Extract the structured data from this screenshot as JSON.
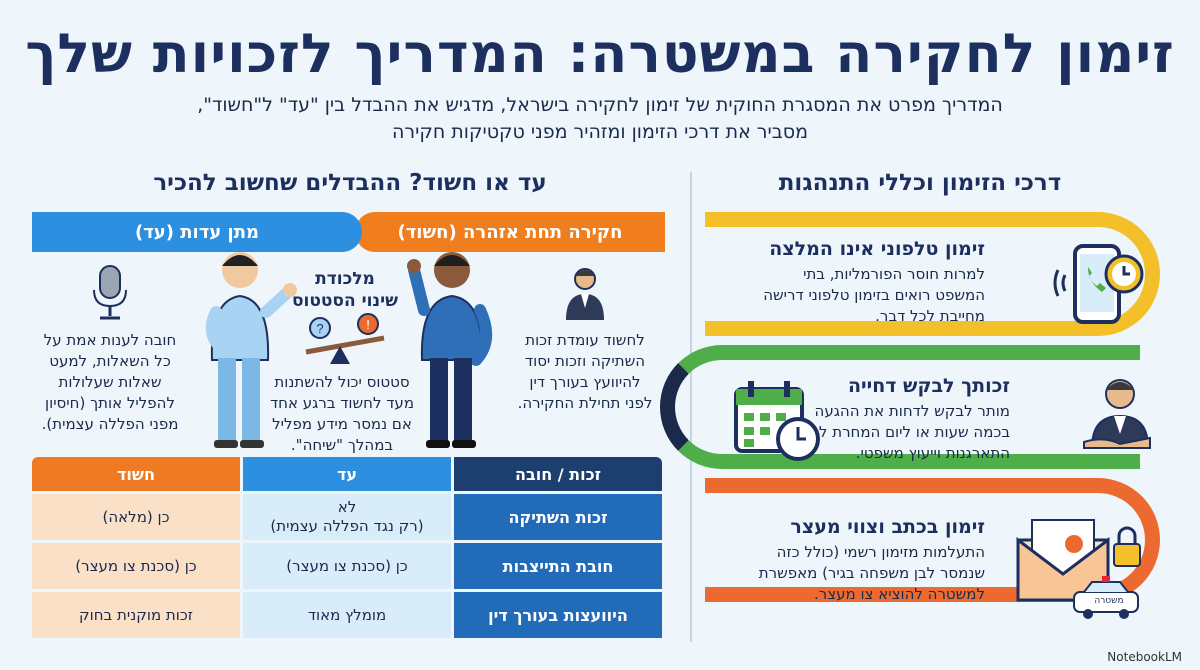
{
  "title": "זימון לחקירה במשטרה: המדריך לזכויות שלך",
  "subtitle_line1": "המדריך מפרט את המסגרת החוקית של זימון לחקירה בישראל, מדגיש את ההבדל בין \"עד\" ל\"חשוד\",",
  "subtitle_line2": "מסביר את דרכי הזימון ומזהיר מפני טקטיקות חקירה",
  "right_section": {
    "heading": "דרכי הזימון וכללי התנהגות",
    "steps": [
      {
        "title": "זימון טלפוני אינו המלצה",
        "lines": [
          "למרות חוסר הפורמליות, בתי",
          "המשפט רואים בזימון טלפוני דרישה",
          "מחייבת לכל דבר."
        ],
        "color": "#f3c02a",
        "icon": "phone-clock-icon"
      },
      {
        "title": "זכותך לבקש דחייה",
        "lines": [
          "מותר לבקש לדחות את ההגעה",
          "בכמה שעות או ליום המחרת לצורך",
          "התארגנות וייעוץ משפטי."
        ],
        "color": "#4fae4a",
        "icon": "calendar-clock-icon"
      },
      {
        "title": "זימון בכתב וצווי מעצר",
        "lines": [
          "התעלמות מזימון רשמי (כולל כזה",
          "שנמסר לבן משפחה בגיר) מאפשרת",
          "למשטרה להוציא צו מעצר."
        ],
        "color": "#ec6a2f",
        "icon": "envelope-police-icon",
        "car_label": "משטרה"
      }
    ]
  },
  "left_section": {
    "heading": "עד או חשוד? ההבדלים שחשוב להכיר",
    "suspect_pill": "חקירה תחת אזהרה (חשוד)",
    "witness_pill": "מתן עדות (עד)",
    "suspect_text": [
      "לחשוד עומדת זכות",
      "השתיקה וזכות יסוד",
      "להיוועץ בעורך דין",
      "לפני תחילת החקירה."
    ],
    "trap_title": [
      "מלכודת",
      "שינוי הסטטוס"
    ],
    "trap_text": [
      "סטטוס יכול להשתנות",
      "מעד לחשוד ברגע אחד",
      "אם נמסר מידע מפליל",
      "במהלך \"שיחה\"."
    ],
    "witness_text": [
      "חובה לענות אמת על",
      "כל השאלות, למעט",
      "שאלות שעלולות",
      "להפליל אותך (חיסיון",
      "מפני הפללה עצמית)."
    ],
    "table": {
      "headers": [
        "זכות / חובה",
        "עד",
        "חשוד"
      ],
      "rows": [
        [
          "זכות השתיקה",
          "לא\n(רק נגד הפללה עצמית)",
          "כן (מלאה)"
        ],
        [
          "חובת התייצבות",
          "כן (סכנת צו מעצר)",
          "כן (סכנת צו מעצר)"
        ],
        [
          "היוועצות בעורך דין",
          "מומלץ מאוד",
          "זכות מוקנית בחוק"
        ]
      ]
    }
  },
  "brand": "NotebookLM",
  "colors": {
    "navy": "#1d2f5e",
    "orange": "#f07d1e",
    "blue": "#2c8fe0",
    "yellow": "#f3c02a",
    "green": "#4fae4a",
    "red_orange": "#ec6a2f"
  }
}
